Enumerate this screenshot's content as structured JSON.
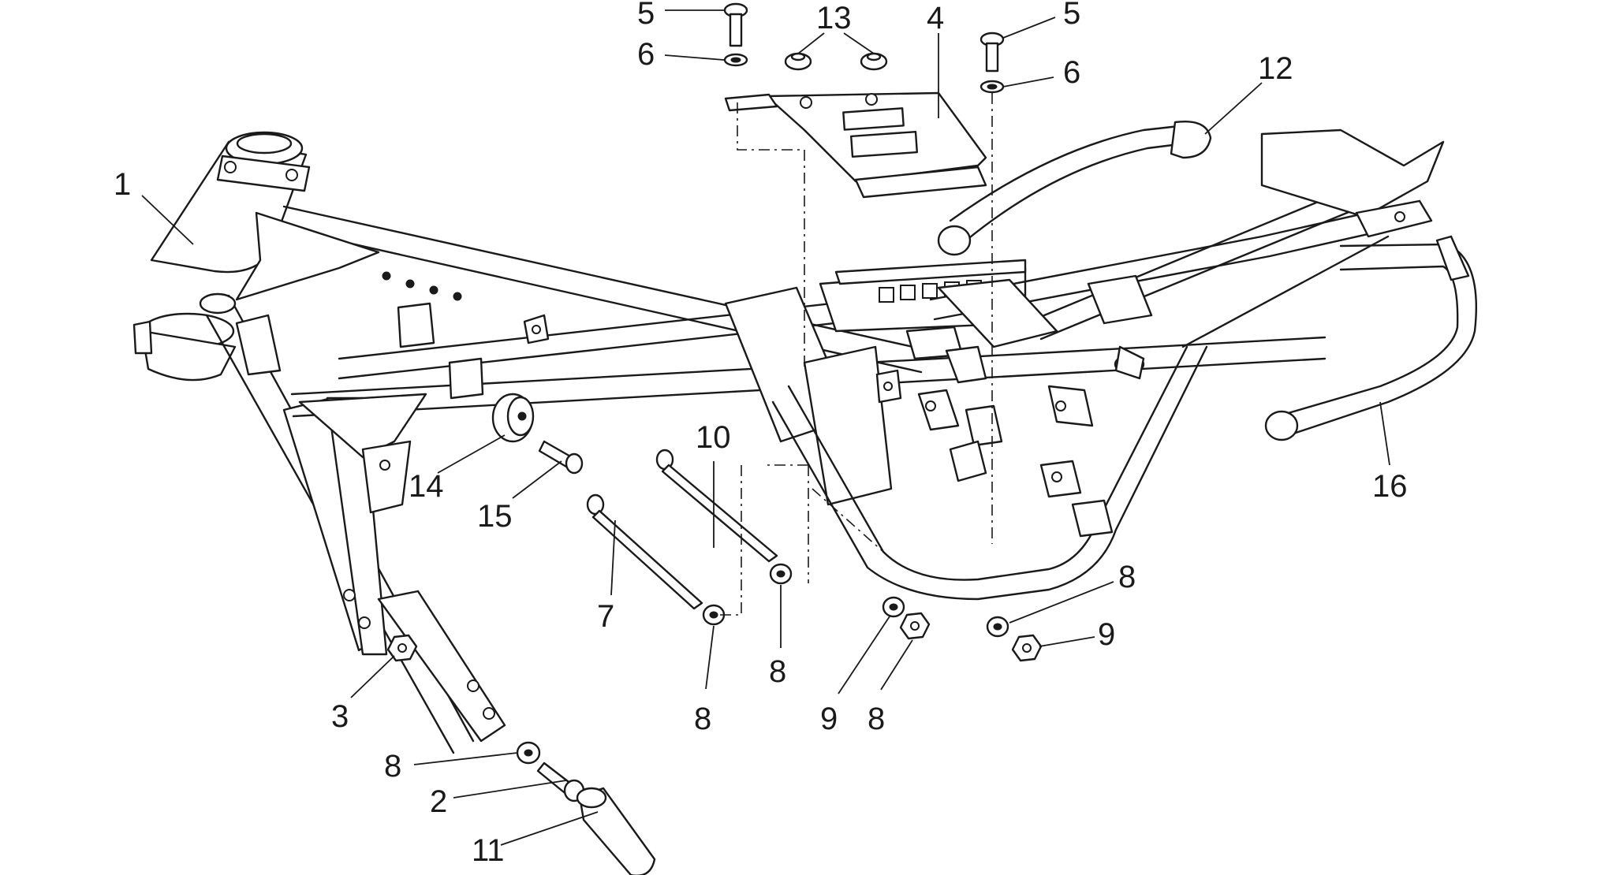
{
  "callouts": [
    {
      "id": "c5a",
      "text": "5"
    },
    {
      "id": "c6a",
      "text": "6"
    },
    {
      "id": "c13",
      "text": "13"
    },
    {
      "id": "c4",
      "text": "4"
    },
    {
      "id": "c5b",
      "text": "5"
    },
    {
      "id": "c6b",
      "text": "6"
    },
    {
      "id": "c12",
      "text": "12"
    },
    {
      "id": "c1",
      "text": "1"
    },
    {
      "id": "c14",
      "text": "14"
    },
    {
      "id": "c15",
      "text": "15"
    },
    {
      "id": "c10",
      "text": "10"
    },
    {
      "id": "c7",
      "text": "7"
    },
    {
      "id": "c16",
      "text": "16"
    },
    {
      "id": "c8a",
      "text": "8"
    },
    {
      "id": "c9a",
      "text": "9"
    },
    {
      "id": "c8b",
      "text": "8"
    },
    {
      "id": "c8c",
      "text": "8"
    },
    {
      "id": "c9b",
      "text": "9"
    },
    {
      "id": "c8d",
      "text": "8"
    },
    {
      "id": "c3",
      "text": "3"
    },
    {
      "id": "c8e",
      "text": "8"
    },
    {
      "id": "c2",
      "text": "2"
    },
    {
      "id": "c11",
      "text": "11"
    }
  ]
}
